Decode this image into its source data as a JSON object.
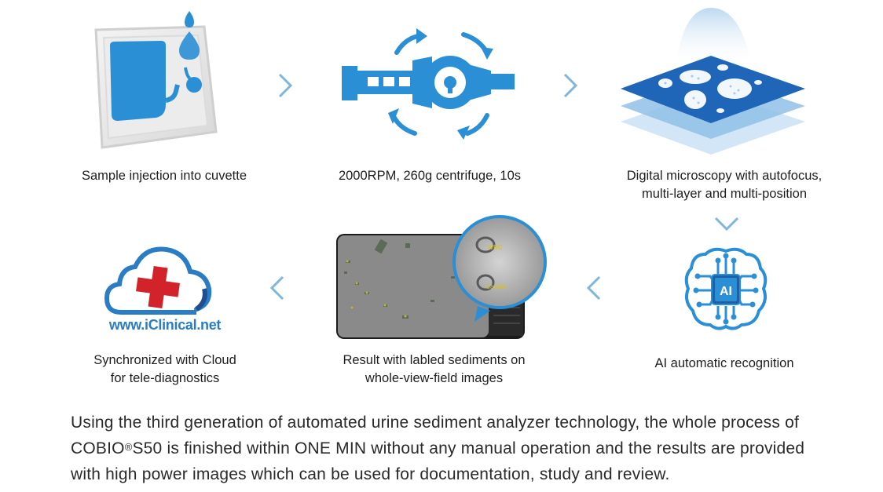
{
  "steps": [
    {
      "id": "injection",
      "caption_lines": [
        "Sample injection into cuvette"
      ]
    },
    {
      "id": "centrifuge",
      "caption_lines": [
        "2000RPM, 260g centrifuge, 10s"
      ]
    },
    {
      "id": "microscopy",
      "caption_lines": [
        "Digital microscopy with autofocus,",
        "multi-layer and multi-position"
      ]
    },
    {
      "id": "ai",
      "caption_lines": [
        "AI automatic recognition"
      ],
      "icon_label": "AI"
    },
    {
      "id": "result",
      "caption_lines": [
        "Result with labled sediments on",
        "whole-view-field images"
      ],
      "labels": [
        "WBC",
        "CaOxm"
      ]
    },
    {
      "id": "cloud",
      "caption_lines": [
        "Synchronized with Cloud",
        "for tele-diagnostics"
      ],
      "brand": "www.iClinical.net"
    }
  ],
  "description": {
    "line1": "Using the third generation of automated urine sediment analyzer technology, the whole process of",
    "line2_pre": "COBIO",
    "line2_reg": "®",
    "line2_post": "S50 is finished within ONE MIN without any manual operation and the results are provided",
    "line3": "with high power images which can be used for documentation, study and review."
  },
  "colors": {
    "accent": "#2b8fd6",
    "arrow": "#7fb6dd",
    "cross": "#d2232a",
    "dark_blue": "#1f5fa8"
  }
}
